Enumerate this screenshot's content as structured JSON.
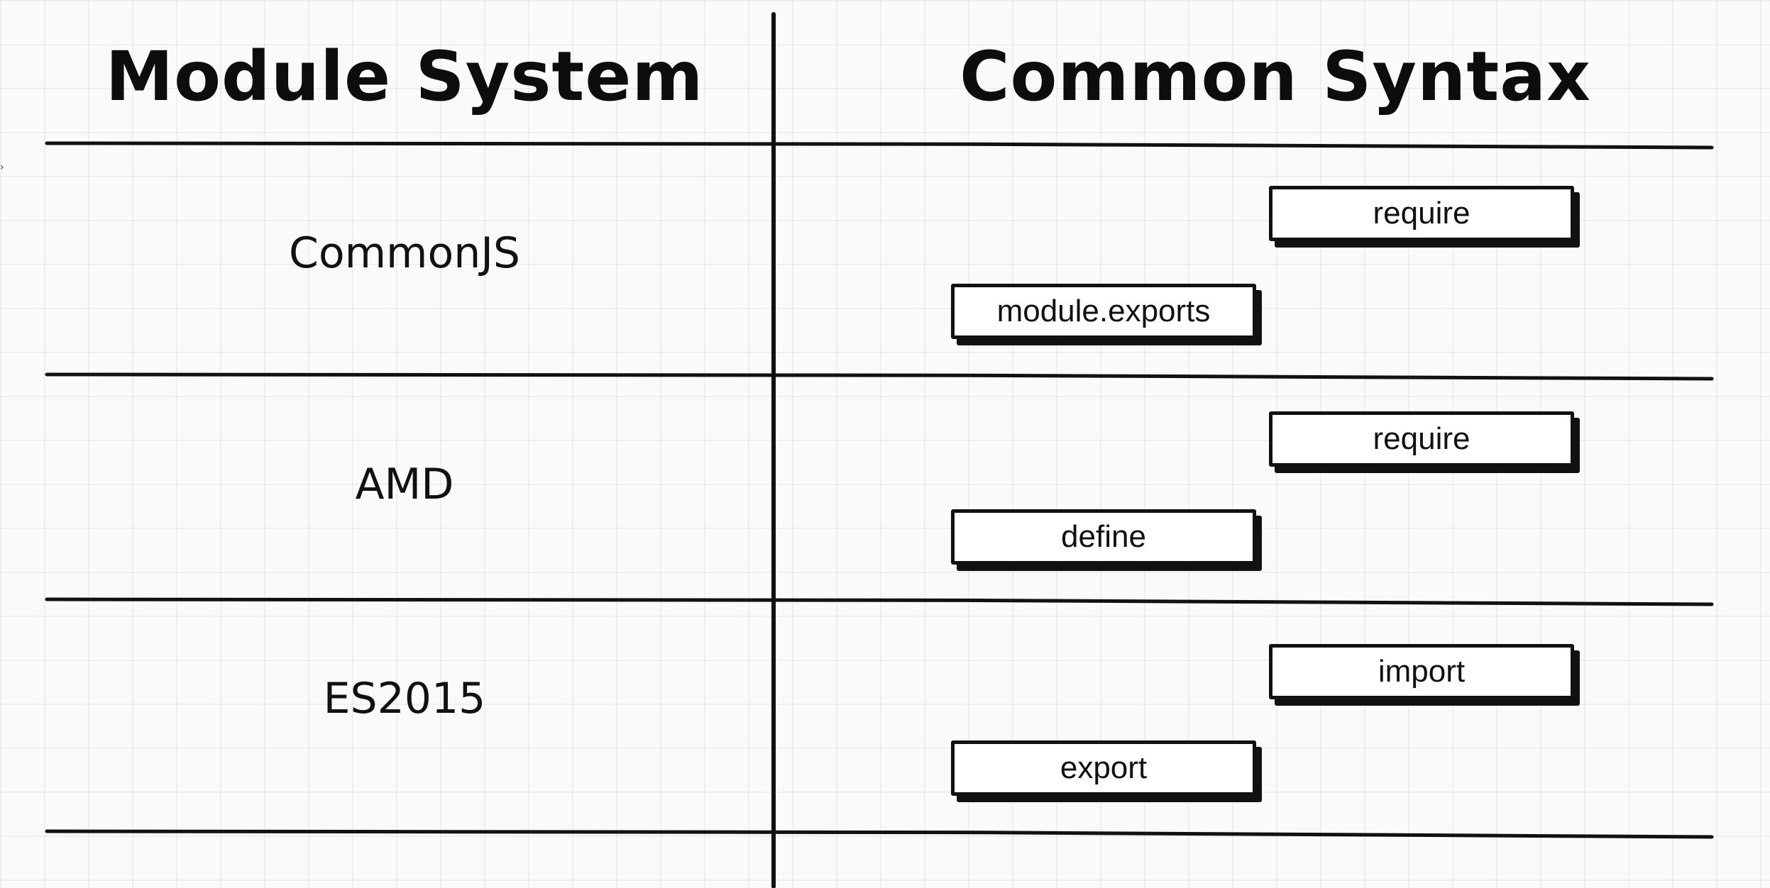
{
  "headers": {
    "module_system": "Module System",
    "common_syntax": "Common Syntax"
  },
  "rows": [
    {
      "system": "CommonJS",
      "syntax_upper": "require",
      "syntax_lower": "module.exports"
    },
    {
      "system": "AMD",
      "syntax_upper": "require",
      "syntax_lower": "define"
    },
    {
      "system": "ES2015",
      "syntax_upper": "import",
      "syntax_lower": "export"
    }
  ],
  "colors": {
    "ink": "#111111",
    "background": "#fafafa",
    "box_fill": "#ffffff"
  }
}
